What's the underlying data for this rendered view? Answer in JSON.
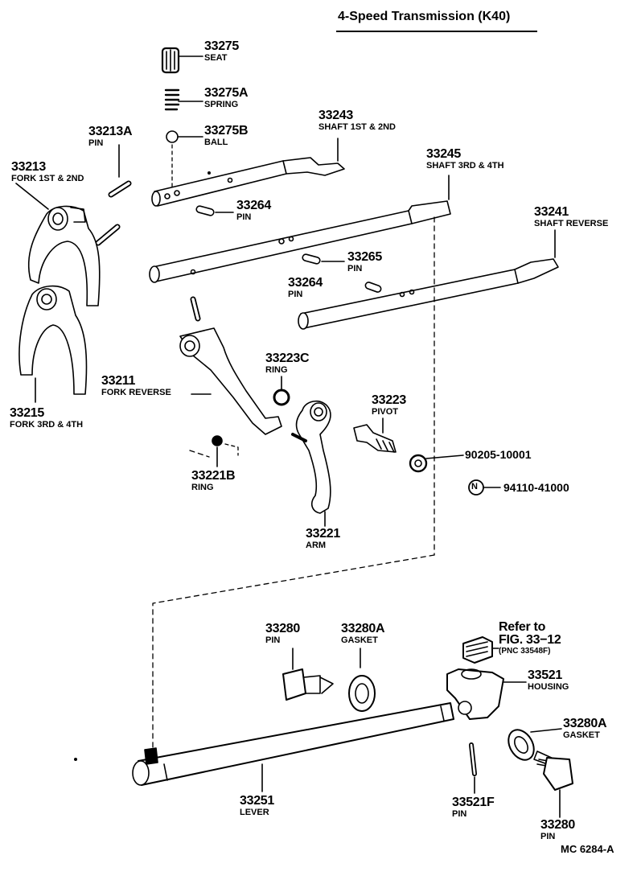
{
  "title": "4-Speed Transmission (K40)",
  "footer_code": "MC 6284-A",
  "parts": {
    "seat": {
      "number": "33275",
      "name": "SEAT"
    },
    "spring": {
      "number": "33275A",
      "name": "SPRING"
    },
    "ball": {
      "number": "33275B",
      "name": "BALL"
    },
    "pin_a": {
      "number": "33213A",
      "name": "PIN"
    },
    "fork_1st_2nd": {
      "number": "33213",
      "name": "FORK 1ST & 2ND"
    },
    "shaft_1st_2nd": {
      "number": "33243",
      "name": "SHAFT 1ST & 2ND"
    },
    "shaft_3rd_4th": {
      "number": "33245",
      "name": "SHAFT 3RD & 4TH"
    },
    "pin_upper": {
      "number": "33264",
      "name": "PIN"
    },
    "shaft_reverse": {
      "number": "33241",
      "name": "SHAFT REVERSE"
    },
    "pin_33265": {
      "number": "33265",
      "name": "PIN"
    },
    "pin_lower": {
      "number": "33264",
      "name": "PIN"
    },
    "ring_c": {
      "number": "33223C",
      "name": "RING"
    },
    "fork_reverse": {
      "number": "33211",
      "name": "FORK REVERSE"
    },
    "fork_3rd_4th": {
      "number": "33215",
      "name": "FORK 3RD & 4TH"
    },
    "pivot": {
      "number": "33223",
      "name": "PIVOT"
    },
    "nut": {
      "number": "90205-10001"
    },
    "n_part": {
      "number": "94110-41000",
      "marker": "N"
    },
    "ring_b": {
      "number": "33221B",
      "name": "RING"
    },
    "arm": {
      "number": "33221",
      "name": "ARM"
    },
    "pin_33280_upper": {
      "number": "33280",
      "name": "PIN"
    },
    "gasket_upper": {
      "number": "33280A",
      "name": "GASKET"
    },
    "refer": {
      "line1": "Refer to",
      "line2": "FIG. 33−12",
      "line3": "(PNC 33548F)"
    },
    "housing": {
      "number": "33521",
      "name": "HOUSING"
    },
    "gasket_lower": {
      "number": "33280A",
      "name": "GASKET"
    },
    "lever": {
      "number": "33251",
      "name": "LEVER"
    },
    "pin_33521f": {
      "number": "33521F",
      "name": "PIN"
    },
    "pin_33280_lower": {
      "number": "33280",
      "name": "PIN"
    }
  }
}
